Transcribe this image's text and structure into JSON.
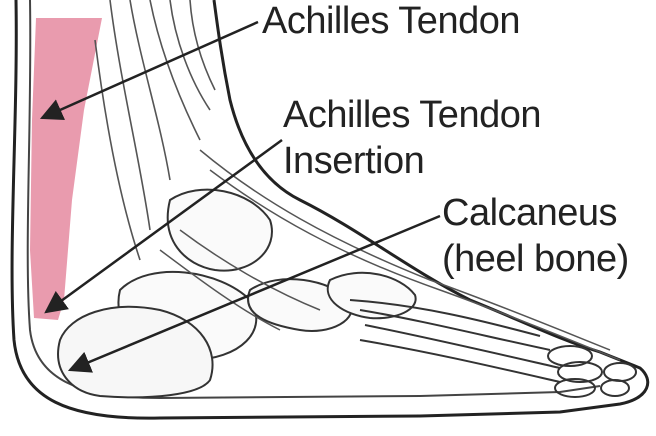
{
  "labels": {
    "achilles_tendon": "Achilles Tendon",
    "insertion_line1": "Achilles Tendon",
    "insertion_line2": "Insertion",
    "calcaneus_line1": "Calcaneus",
    "calcaneus_line2": "(heel bone)"
  },
  "colors": {
    "tendon_highlight": "#e58aa0",
    "outline": "#222222",
    "background": "#ffffff"
  }
}
